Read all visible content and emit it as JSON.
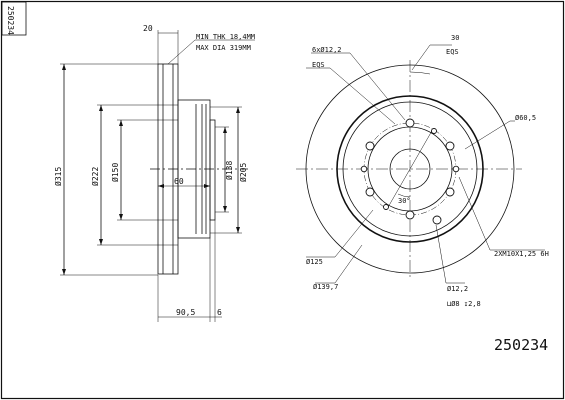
{
  "drawing": {
    "part_number_top": "250234",
    "part_number_bottom": "250234"
  },
  "side_view": {
    "note_min_thk": "MIN THK 18,4MM",
    "note_max_dia": "MAX DIA 319MM",
    "dim_top": "20",
    "dim_315": "Ø315",
    "dim_222": "Ø222",
    "dim_150": "Ø150",
    "dim_60": "60",
    "dim_138": "Ø138",
    "dim_205": "Ø205",
    "dim_bottom_left": "90,5",
    "dim_bottom_right": "6"
  },
  "front_view": {
    "holes_note": "6xØ12,2",
    "eqs_left": "EQS",
    "angle_top": "30",
    "eqs_right": "EQS",
    "dim_60_5": "Ø60,5",
    "angle_center": "30°",
    "thread_note": "2XM10X1,25 6H",
    "dim_125": "Ø125",
    "dim_139_7": "Ø139,7",
    "dim_12_2": "Ø12,2",
    "counterbore_note": "⊔Ø8 ↧2,8"
  }
}
